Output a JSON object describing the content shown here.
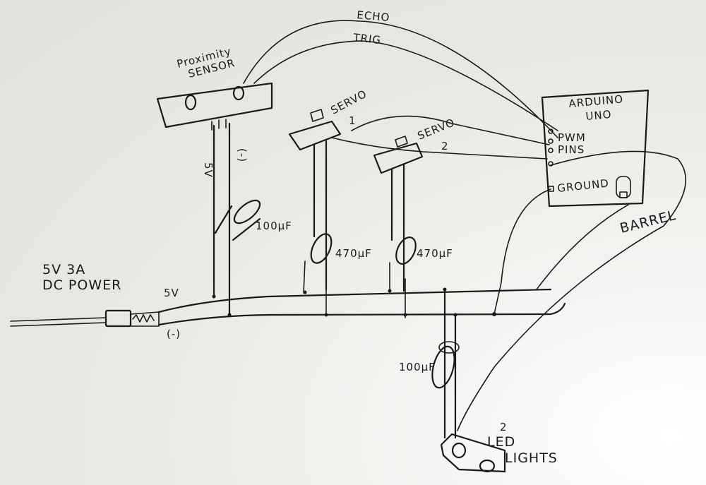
{
  "labels": {
    "echo": "ECHO",
    "trig": "TRIG",
    "proximity_1": "Proximity",
    "proximity_2": "SENSOR",
    "servo1_a": "SERVO",
    "servo1_b": "1",
    "servo2_a": "SERVO",
    "servo2_b": "2",
    "arduino_a": "ARDUINO",
    "arduino_b": "UNO",
    "pwm": "PWM",
    "pins": "PINS",
    "ground": "GROUND",
    "barrel": "BARREL",
    "power_1": "5V 3A",
    "power_2": "DC POWER",
    "plus": "5V",
    "minus": "(-)",
    "cap_sensor": "100µF",
    "cap_servo1": "470µF",
    "cap_servo2": "470µF",
    "cap_led": "100µF",
    "led_count": "2",
    "led_1": "LED",
    "led_2": "LIGHTS",
    "sensor_v": "5V",
    "sensor_g": "(-)"
  }
}
